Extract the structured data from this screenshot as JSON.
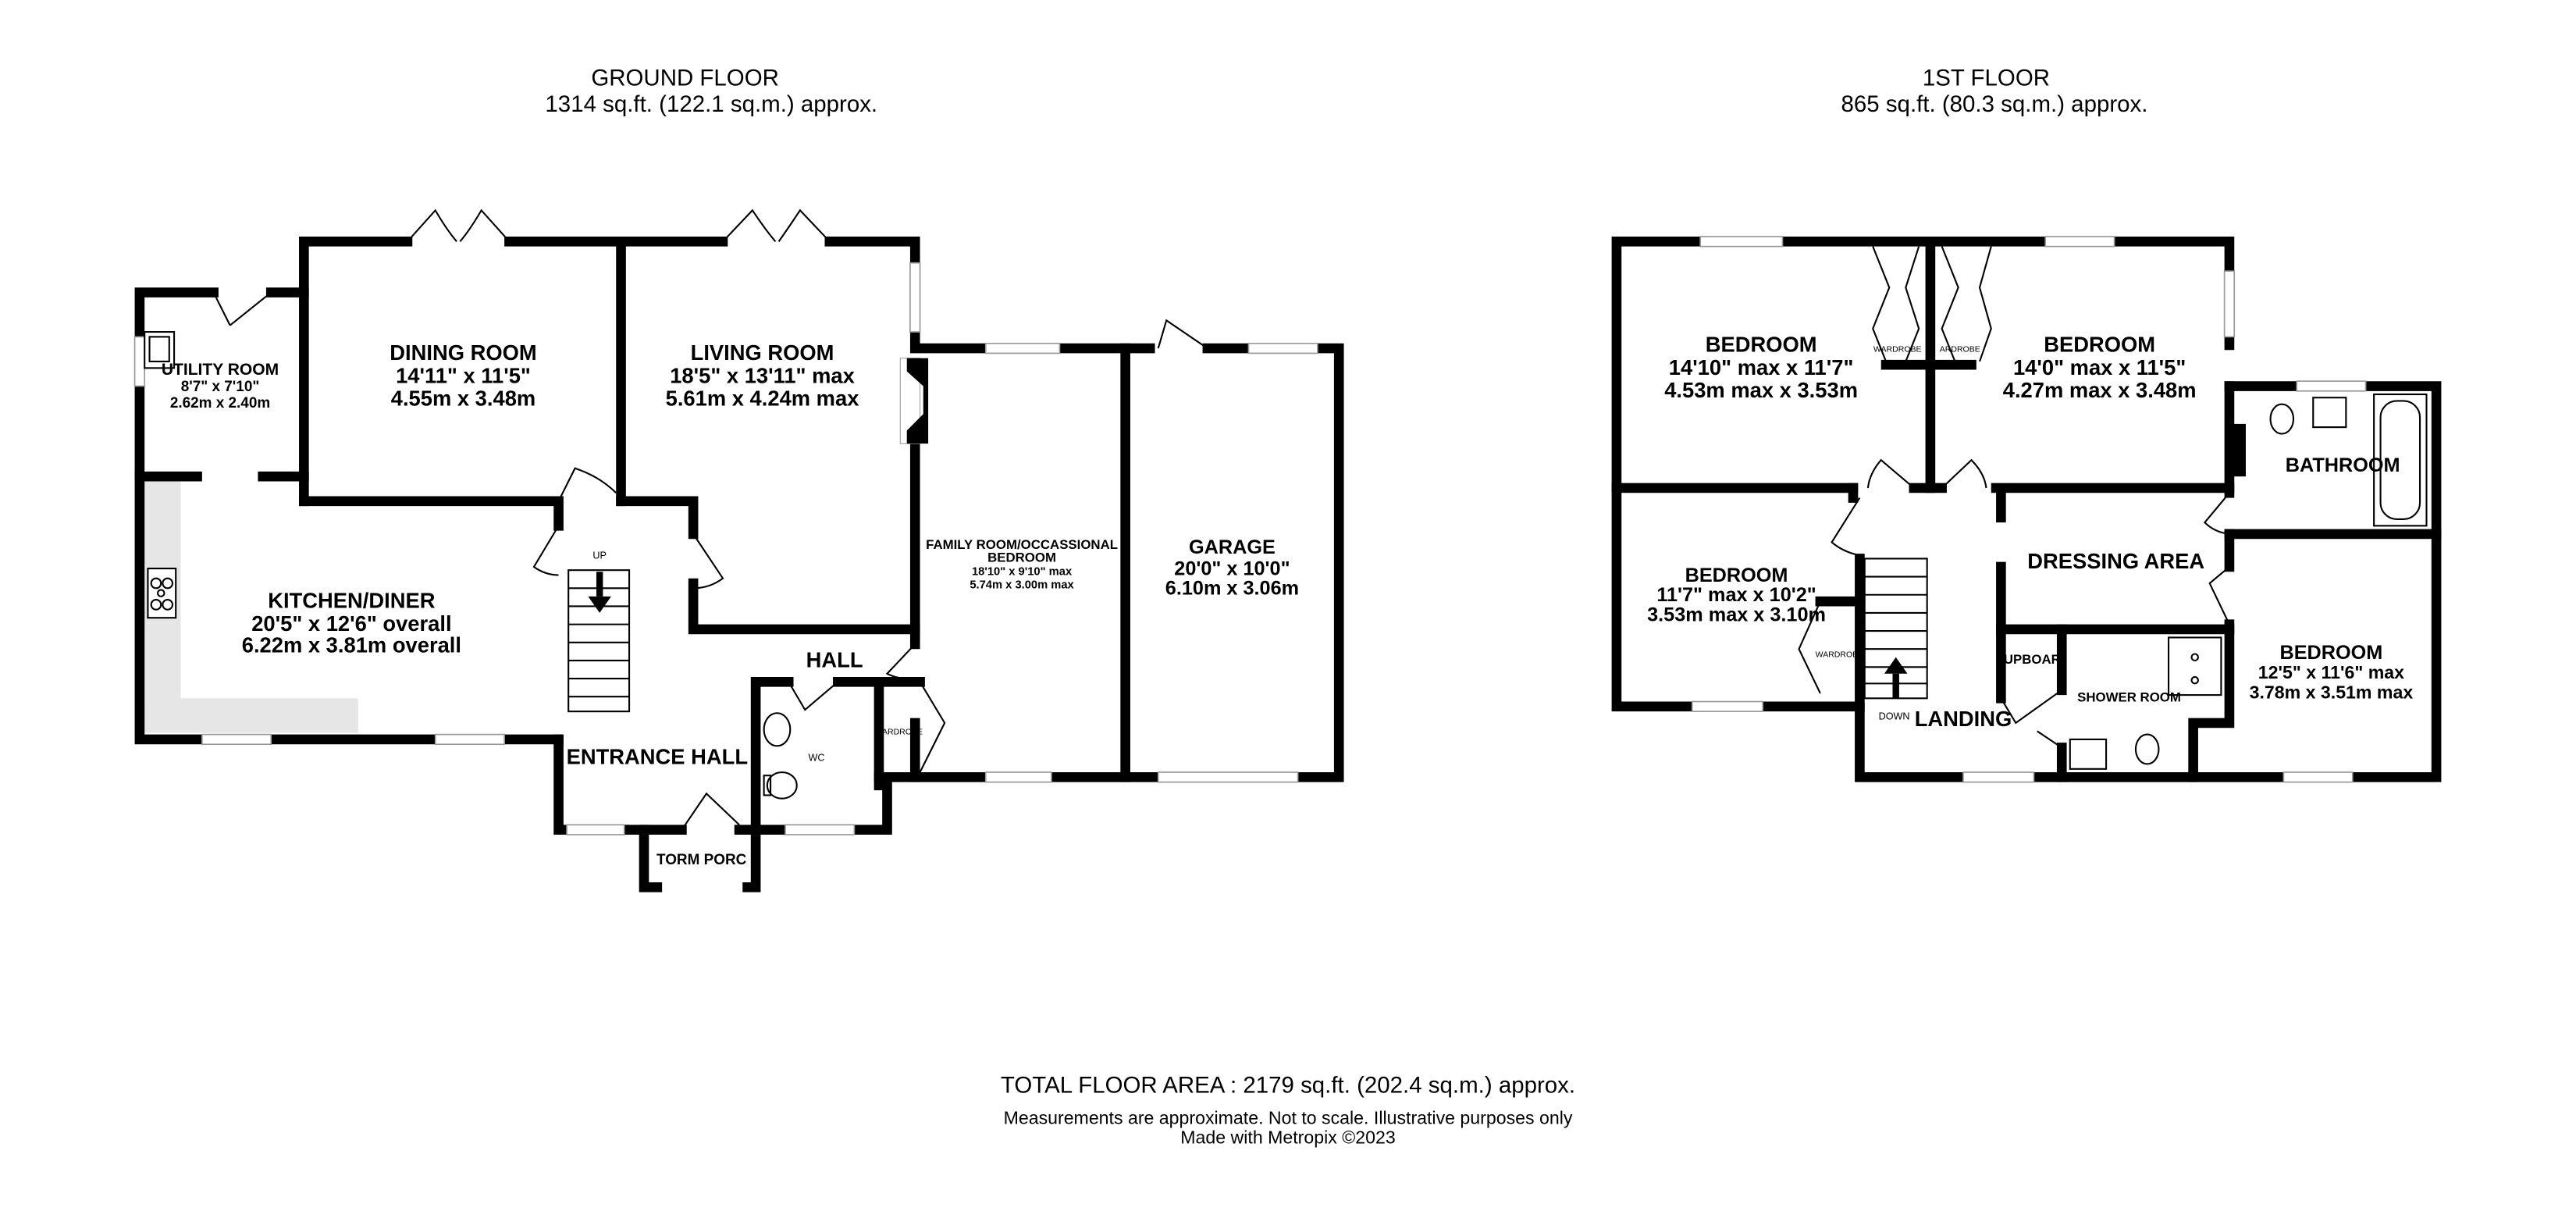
{
  "ground_floor": {
    "title": "GROUND FLOOR",
    "area": "1314 sq.ft. (122.1 sq.m.) approx.",
    "rooms": {
      "utility": {
        "name": "UTILITY ROOM",
        "imperial": "8'7\"  x 7'10\"",
        "metric": "2.62m  x 2.40m"
      },
      "dining": {
        "name": "DINING ROOM",
        "imperial": "14'11\"  x 11'5\"",
        "metric": "4.55m  x 3.48m"
      },
      "living": {
        "name": "LIVING ROOM",
        "imperial": "18'5\"  x 13'11\" max",
        "metric": "5.61m  x 4.24m max"
      },
      "kitchen": {
        "name": "KITCHEN/DINER",
        "imperial": "20'5\"  x 12'6\" overall",
        "metric": "6.22m  x 3.81m overall"
      },
      "family": {
        "name": "FAMILY ROOM/OCCASSIONAL",
        "name2": "BEDROOM",
        "imperial": "18'10\"  x 9'10\" max",
        "metric": "5.74m  x 3.00m max"
      },
      "garage": {
        "name": "GARAGE",
        "imperial": "20'0\"  x 10'0\"",
        "metric": "6.10m  x 3.06m"
      },
      "hall": {
        "name": "HALL"
      },
      "entrance_hall": {
        "name": "ENTRANCE HALL"
      },
      "wc": {
        "name": "WC"
      },
      "porch": {
        "name": "TORM PORC"
      },
      "wardrobe": {
        "name": "WARDROBE"
      },
      "stairs": {
        "label": "UP"
      }
    }
  },
  "first_floor": {
    "title": "1ST FLOOR",
    "area": "865 sq.ft. (80.3 sq.m.) approx.",
    "rooms": {
      "bedroom1": {
        "name": "BEDROOM",
        "imperial": "14'10\" max x 11'7\"",
        "metric": "4.53m max x 3.53m"
      },
      "bedroom2": {
        "name": "BEDROOM",
        "imperial": "14'0\" max x 11'5\"",
        "metric": "4.27m max x 3.48m"
      },
      "bedroom3": {
        "name": "BEDROOM",
        "imperial": "11'7\" max x 10'2\"",
        "metric": "3.53m max x 3.10m"
      },
      "bedroom4": {
        "name": "BEDROOM",
        "imperial": "12'5\"  x 11'6\" max",
        "metric": "3.78m  x 3.51m max"
      },
      "bathroom": {
        "name": "BATHROOM"
      },
      "dressing": {
        "name": "DRESSING AREA"
      },
      "landing": {
        "name": "LANDING"
      },
      "shower": {
        "name": "SHOWER ROOM"
      },
      "cupboard": {
        "name": "UPBOAR"
      },
      "wardrobe1": {
        "name": "WARDROBE"
      },
      "wardrobe2": {
        "name": "ARDROBE"
      },
      "wardrobe3": {
        "name": "WARDROB"
      },
      "stairs": {
        "label": "DOWN"
      }
    }
  },
  "footer": {
    "total": "TOTAL FLOOR AREA : 2179 sq.ft. (202.4 sq.m.) approx.",
    "disclaimer": "Measurements are approximate.  Not to scale.  Illustrative purposes only",
    "credit": "Made with Metropix ©2023"
  }
}
